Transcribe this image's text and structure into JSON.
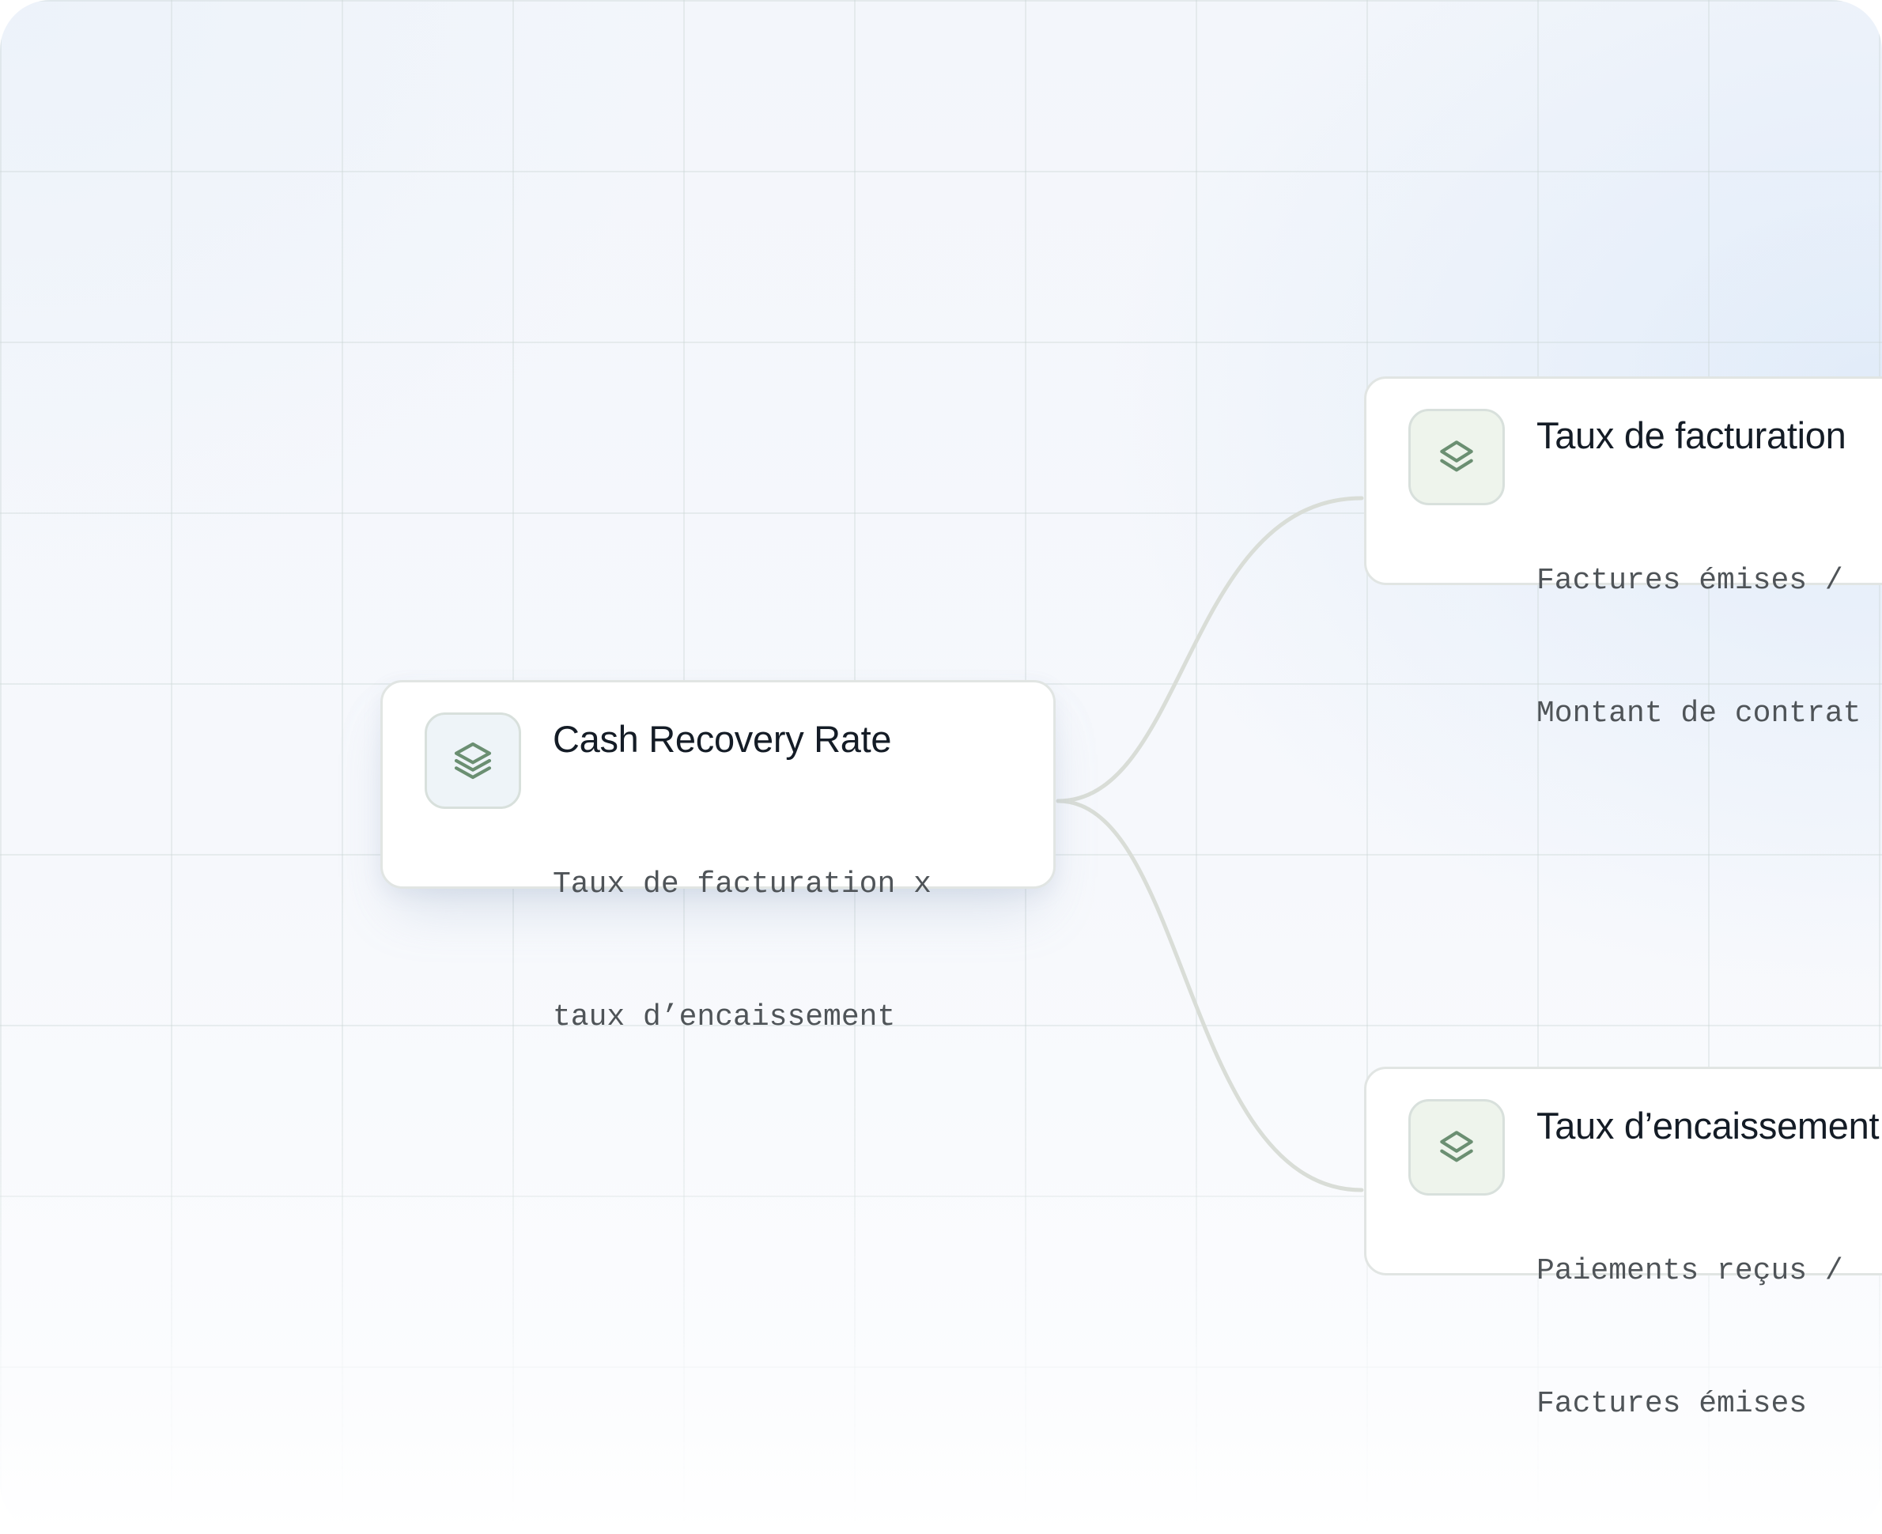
{
  "diagram": {
    "root": {
      "title": "Cash Recovery Rate",
      "description_lines": [
        "Taux de facturation x",
        "taux d’encaissement"
      ],
      "icon": "layers-icon"
    },
    "children": [
      {
        "title": "Taux de facturation",
        "description_lines": [
          "Factures émises /",
          "Montant de contrat"
        ],
        "icon": "layers-icon"
      },
      {
        "title": "Taux d’encaissement",
        "description_lines": [
          "Paiements reçus /",
          "Factures émises"
        ],
        "icon": "layers-icon"
      }
    ]
  },
  "colors": {
    "accent": "#6b8f72",
    "connector": "#d9ddd7",
    "title_text": "#141c26",
    "description_text": "#4f5458"
  }
}
